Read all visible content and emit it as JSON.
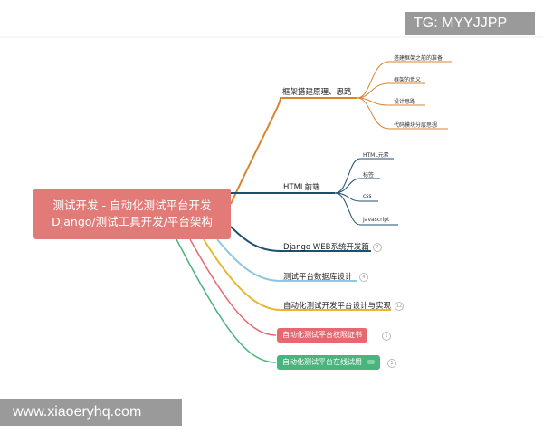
{
  "watermark_top": "TG: MYYJJPP",
  "watermark_bottom": "www.xiaoeryhq.com",
  "root": {
    "line1": "测试开发 - 自动化测试平台开发",
    "line2": "Django/测试工具开发/平台架构"
  },
  "branches": [
    {
      "label": "框架搭建原理、思路",
      "color": "#d9852e",
      "children": [
        "搭建框架之前的准备",
        "框架的意义",
        "设计思路",
        "代码模块分层思想"
      ]
    },
    {
      "label": "HTML前端",
      "color": "#1f4f6e",
      "children": [
        "HTML元素",
        "标签",
        "css",
        "Javascript"
      ]
    },
    {
      "label": "Django WEB系统开发篇",
      "color": "#1f4f6e",
      "badge": "7"
    },
    {
      "label": "测试平台数据库设计",
      "color": "#8ec8e0",
      "badge": "4"
    },
    {
      "label": "自动化测试开发平台设计与实现",
      "color": "#e6b830",
      "badge": "12"
    },
    {
      "label": "自动化测试平台权限证书",
      "color": "#e76870",
      "badge": "1",
      "style": "pill-red"
    },
    {
      "label": "自动化测试平台在线试用",
      "color": "#4bb37e",
      "badge": "1",
      "style": "pill-green",
      "extra_icon": "link-icon"
    }
  ]
}
